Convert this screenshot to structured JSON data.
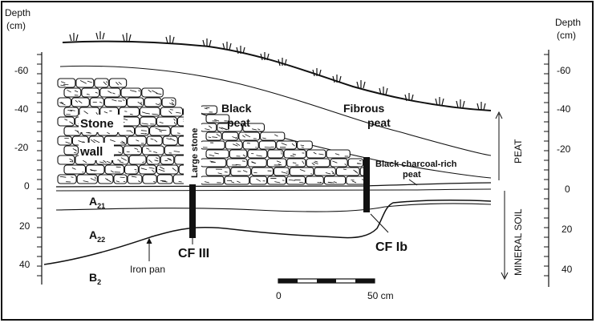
{
  "axes": {
    "left_title_line1": "Depth",
    "left_title_line2": "(cm)",
    "right_title_line1": "Depth",
    "right_title_line2": "(cm)",
    "left_ticks": [
      "-60",
      "-40",
      "-20",
      "0",
      "20",
      "40"
    ],
    "right_ticks": [
      "-60",
      "-40",
      "-20",
      "0",
      "20",
      "40"
    ]
  },
  "labels": {
    "stone": "Stone",
    "wall": "wall",
    "large_stone": "Large stone",
    "black_peat_line1": "Black",
    "black_peat_line2": "peat",
    "fibrous_peat_line1": "Fibrous",
    "fibrous_peat_line2": "peat",
    "charcoal_line1": "Black charcoal-rich",
    "charcoal_line2": "peat",
    "a21_main": "A",
    "a21_sub": "21",
    "a22_main": "A",
    "a22_sub": "22",
    "b2_main": "B",
    "b2_sub": "2",
    "iron_pan": "Iron pan",
    "cf3": "CF III",
    "cf1b": "CF Ib"
  },
  "zones": {
    "peat": "PEAT",
    "mineral": "MINERAL SOIL"
  },
  "scale_bar": {
    "start": "0",
    "end": "50 cm"
  }
}
